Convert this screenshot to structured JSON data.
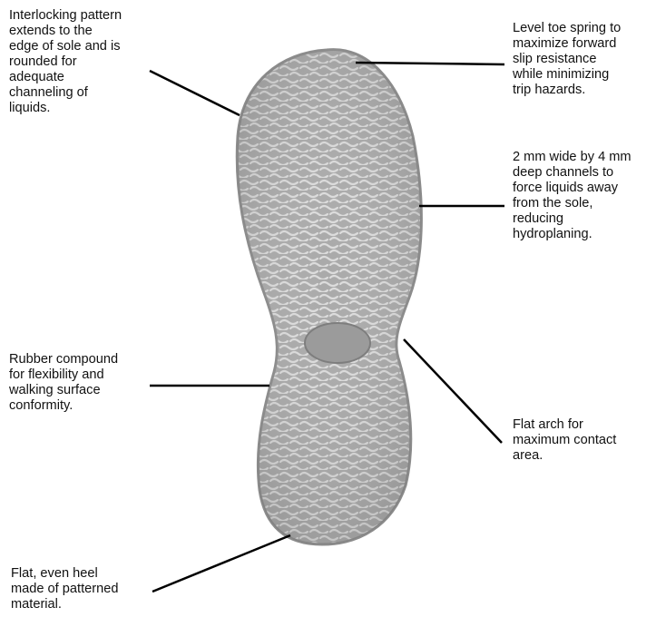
{
  "annotations": {
    "interlocking_pattern": {
      "lines": [
        "Interlocking pattern",
        "extends to the",
        "edge of sole and is",
        "rounded for",
        "adequate",
        "channeling of",
        "liquids."
      ]
    },
    "level_toe_spring": {
      "lines": [
        "Level toe spring to",
        "maximize forward",
        "slip resistance",
        "while minimizing",
        "trip hazards."
      ]
    },
    "channels": {
      "lines": [
        "2 mm wide by 4 mm",
        "deep channels to",
        "force liquids away",
        "from the sole,",
        "reducing",
        "hydroplaning."
      ]
    },
    "rubber_compound": {
      "lines": [
        "Rubber compound",
        "for flexibility and",
        "walking surface",
        "conformity."
      ]
    },
    "flat_arch": {
      "lines": [
        "Flat arch for",
        "maximum contact",
        "area."
      ]
    },
    "flat_heel": {
      "lines": [
        "Flat, even heel",
        "made of patterned",
        "material."
      ]
    }
  },
  "colors": {
    "sole_fill": "#a9a9a9",
    "sole_edge": "#8c8c8c",
    "tread_stroke": "#d9d9d9",
    "arch_oval": "#9b9b9b",
    "leader_line": "#000000",
    "text": "#111111"
  }
}
